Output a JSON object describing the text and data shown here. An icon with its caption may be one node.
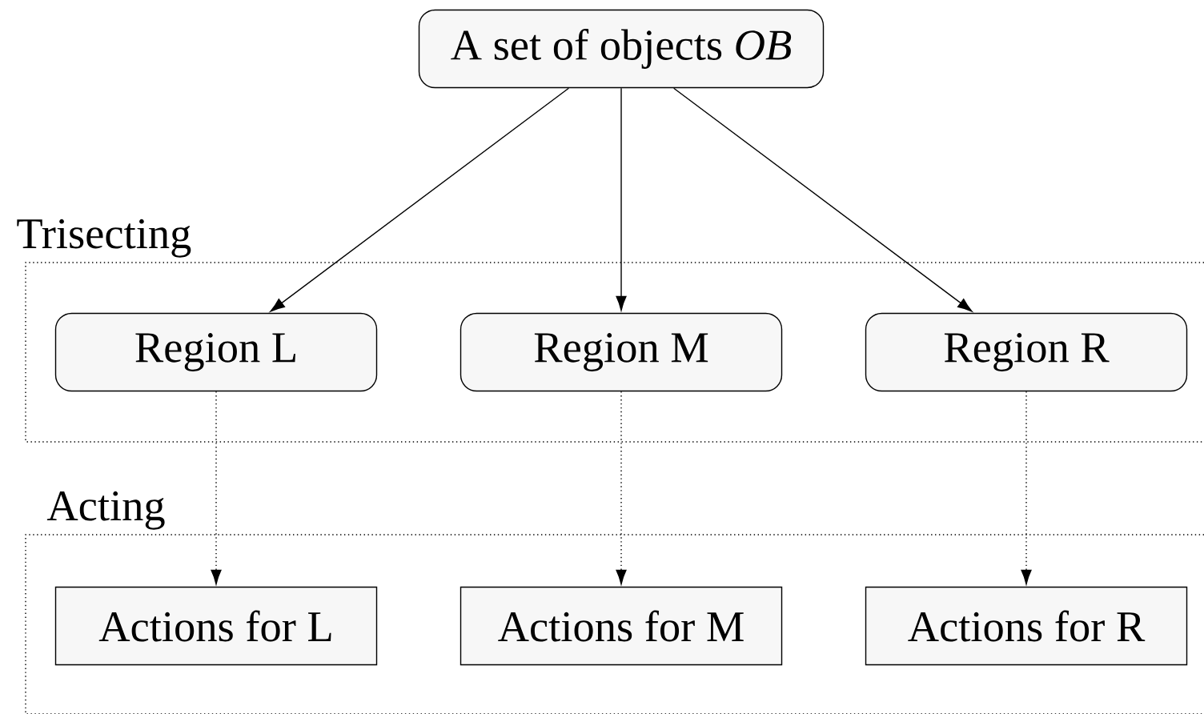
{
  "diagram": {
    "nodes": [
      {
        "text": [
          "A set of objects *OB*"
        ]
      },
      {
        "text": [
          "Trisecting"
        ]
      },
      {
        "text": [
          "Region L"
        ],
        "in": 1
      },
      {
        "text": [
          "Region M"
        ],
        "in": 1
      },
      {
        "text": [
          "Region R"
        ],
        "in": 1
      },
      {
        "text": [
          "Acting"
        ]
      },
      {
        "text": [
          "Actions for L"
        ],
        "in": 5
      },
      {
        "text": [
          "Actions for M"
        ],
        "in": 5
      },
      {
        "text": [
          "Actions for R"
        ],
        "in": 5
      }
    ],
    "edges": [
      {
        "from": 0,
        "to": 2,
        "arrow": "to"
      },
      {
        "from": 0,
        "to": 3,
        "arrow": "to"
      },
      {
        "from": 0,
        "to": 4,
        "arrow": "to"
      },
      {
        "from": 2,
        "to": 6,
        "arrow": "to",
        "style": "dashed"
      },
      {
        "from": 3,
        "to": 7,
        "arrow": "to",
        "style": "dashed"
      },
      {
        "from": 4,
        "to": 8,
        "arrow": "to",
        "style": "dashed"
      }
    ]
  }
}
